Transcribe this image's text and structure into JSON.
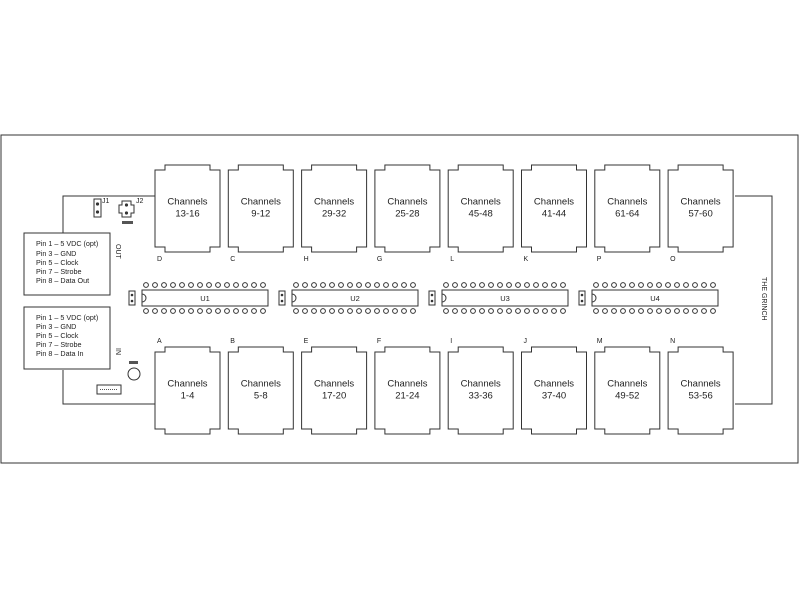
{
  "board_title": "THE GRINCH",
  "connectors": {
    "out": {
      "label": "OUT",
      "pins": [
        "Pin 1 – 5 VDC (opt)",
        "Pin 3 – GND",
        "Pin 5 – Clock",
        "Pin 7 – Strobe",
        "Pin 8 – Data Out"
      ]
    },
    "in": {
      "label": "IN",
      "pins": [
        "Pin 1 – 5 VDC (opt)",
        "Pin 3 – GND",
        "Pin 5 – Clock",
        "Pin 7 – Strobe",
        "Pin 8 – Data In"
      ]
    }
  },
  "jumpers": [
    "J1",
    "J2"
  ],
  "top_channels": [
    {
      "line1": "Channels",
      "line2": "13-16",
      "letter": "D"
    },
    {
      "line1": "Channels",
      "line2": "9-12",
      "letter": "C"
    },
    {
      "line1": "Channels",
      "line2": "29-32",
      "letter": "H"
    },
    {
      "line1": "Channels",
      "line2": "25-28",
      "letter": "G"
    },
    {
      "line1": "Channels",
      "line2": "45-48",
      "letter": "L"
    },
    {
      "line1": "Channels",
      "line2": "41-44",
      "letter": "K"
    },
    {
      "line1": "Channels",
      "line2": "61-64",
      "letter": "P"
    },
    {
      "line1": "Channels",
      "line2": "57-60",
      "letter": "O"
    }
  ],
  "bottom_channels": [
    {
      "line1": "Channels",
      "line2": "1-4",
      "letter": "A"
    },
    {
      "line1": "Channels",
      "line2": "5-8",
      "letter": "B"
    },
    {
      "line1": "Channels",
      "line2": "17-20",
      "letter": "E"
    },
    {
      "line1": "Channels",
      "line2": "21-24",
      "letter": "F"
    },
    {
      "line1": "Channels",
      "line2": "33-36",
      "letter": "I"
    },
    {
      "line1": "Channels",
      "line2": "37-40",
      "letter": "J"
    },
    {
      "line1": "Channels",
      "line2": "49-52",
      "letter": "M"
    },
    {
      "line1": "Channels",
      "line2": "53-56",
      "letter": "N"
    }
  ],
  "chips": [
    "U1",
    "U2",
    "U3",
    "U4"
  ]
}
